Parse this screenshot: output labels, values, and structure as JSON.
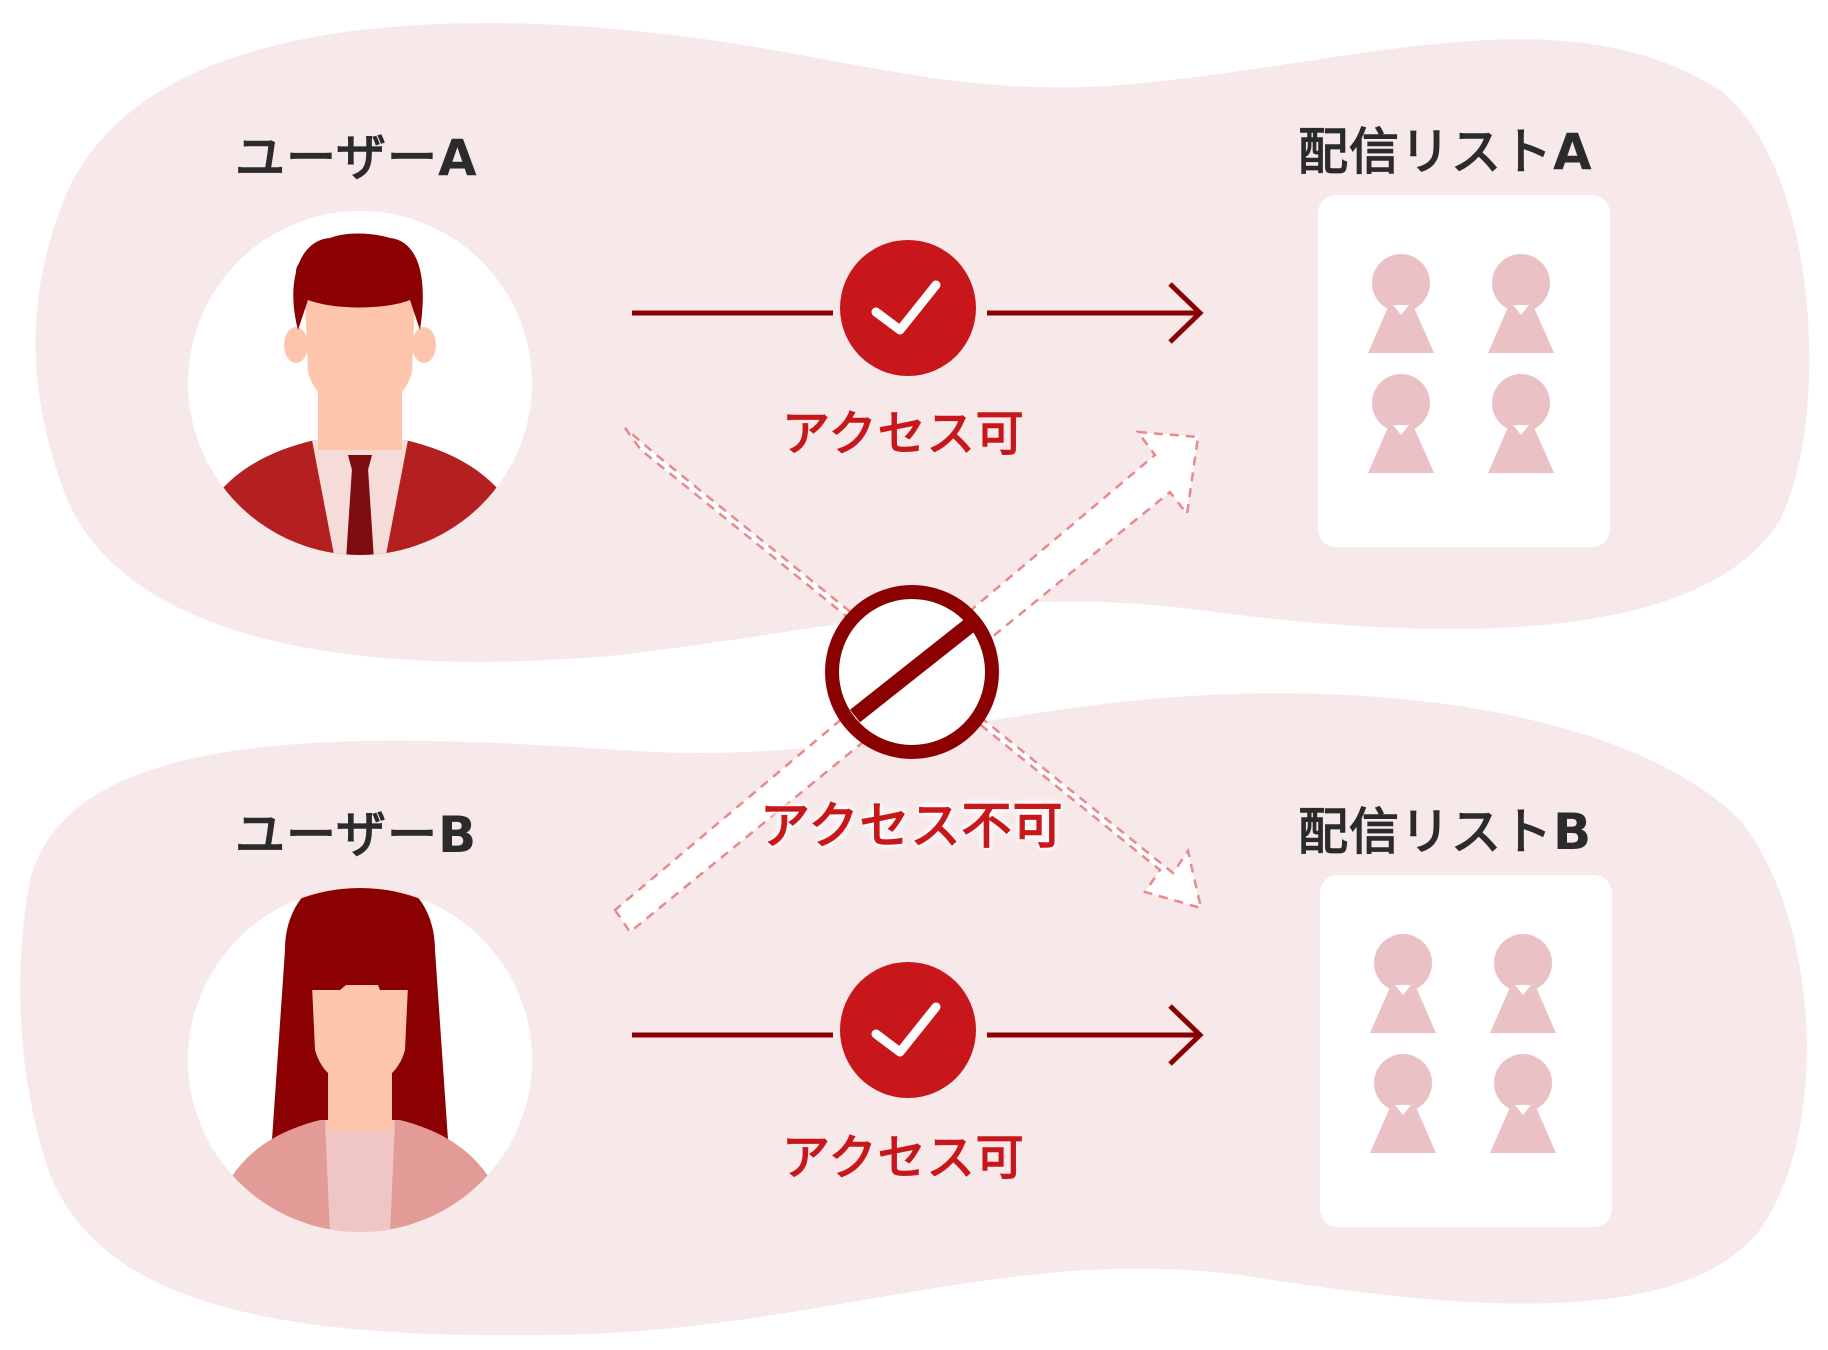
{
  "diagram": {
    "user_a": {
      "label": "ユーザーA"
    },
    "user_b": {
      "label": "ユーザーB"
    },
    "list_a": {
      "label": "配信リストA",
      "members": 4
    },
    "list_b": {
      "label": "配信リストB",
      "members": 4
    },
    "access_a": {
      "label": "アクセス可"
    },
    "access_b": {
      "label": "アクセス可"
    },
    "denied": {
      "label": "アクセス不可"
    },
    "colors": {
      "background_blob": "#f7e8ea",
      "accent_dark": "#8b0000",
      "accent_red": "#c8171a",
      "member_pink": "#eac2c5"
    }
  }
}
